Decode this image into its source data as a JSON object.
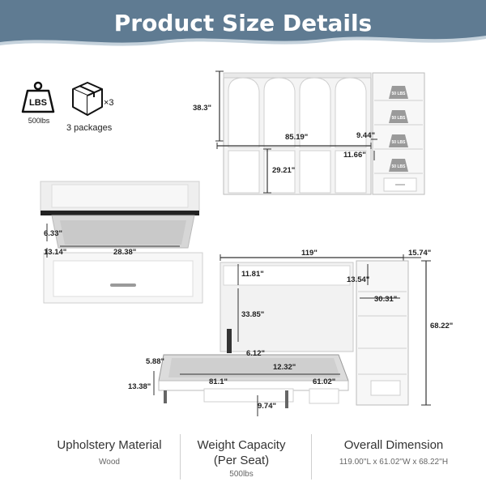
{
  "header": {
    "title": "Product Size Details",
    "colors": {
      "banner": "#5f7b92",
      "banner_light": "#c5d2dc"
    }
  },
  "info": {
    "weight_badge": "LBS",
    "weight_caption": "500lbs",
    "package_multiplier": "×3",
    "package_caption": "3 packages"
  },
  "closed_view": {
    "height": "38.3\"",
    "width": "85.19\"",
    "gap": "9.44\"",
    "shelf_gap": "11.66\"",
    "lower": "29.21\"",
    "shelf_weight_labels": [
      "50 LBS",
      "50 LBS",
      "50 LBS",
      "50 LBS"
    ]
  },
  "drawer_view": {
    "depth": "6.33\"",
    "width": "28.38\"",
    "height": "13.14\""
  },
  "open_view": {
    "total_width": "119\"",
    "cabinet_depth": "15.74\"",
    "top_gap": "11.81\"",
    "shelf_top": "13.54\"",
    "shelf_width": "30.31\"",
    "middle": "33.85\"",
    "total_height": "68.22\"",
    "rail": "6.12\"",
    "mattress_thickness": "5.88\"",
    "inner": "12.32\"",
    "bed_length": "81.1\"",
    "bed_width": "61.02\"",
    "leg_height": "13.38\"",
    "foot_height": "9.74\""
  },
  "specs": [
    {
      "title": "Upholstery Material",
      "value": "Wood"
    },
    {
      "title": "Weight Capacity\n(Per Seat)",
      "title_line1": "Weight Capacity",
      "title_line2": "(Per Seat)",
      "value": "500lbs"
    },
    {
      "title": "Overall Dimension",
      "value": "119.00''L x 61.02''W x 68.22''H"
    }
  ]
}
